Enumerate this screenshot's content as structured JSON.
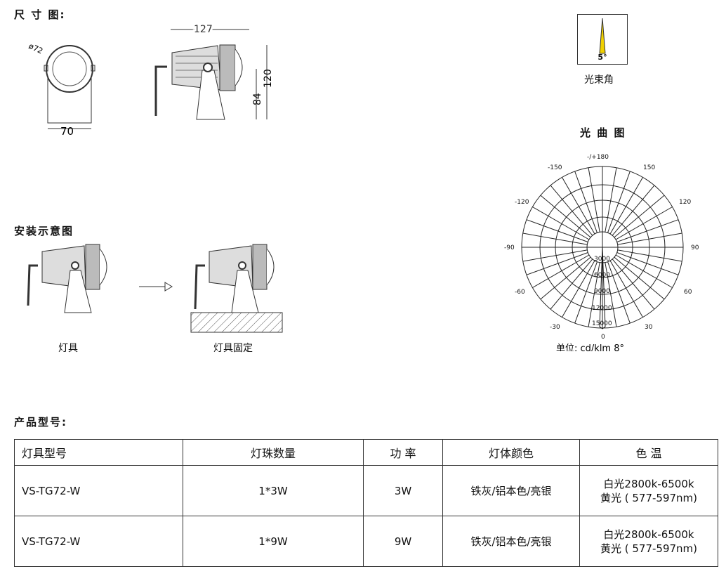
{
  "sections": {
    "dimensions": "尺 寸 图:",
    "installation": "安装示意图",
    "models": "产品型号:",
    "beam_curve": "光 曲 图"
  },
  "dimensions": {
    "diameter": "ø72",
    "width": "70",
    "length": "127",
    "height": "120",
    "pivot_height": "84"
  },
  "beam": {
    "angle": "5°",
    "label": "光束角"
  },
  "install": {
    "left_caption": "灯具",
    "right_caption": "灯具固定"
  },
  "polar": {
    "angle_labels": {
      "top": "-/+180",
      "m150": "-150",
      "p150": "150",
      "m120": "-120",
      "p120": "120",
      "m90": "-90",
      "p90": "90",
      "m60": "-60",
      "p60": "60",
      "m30": "-30",
      "p30": "30",
      "zero": "0"
    },
    "intensity_labels": [
      "3000",
      "6000",
      "9000",
      "12000",
      "15000"
    ],
    "unit": "单位: cd/klm  8°"
  },
  "table": {
    "headers": [
      "灯具型号",
      "灯珠数量",
      "功  率",
      "灯体颜色",
      "色  温"
    ],
    "rows": [
      {
        "model": "VS-TG72-W",
        "leds": "1*3W",
        "power": "3W",
        "color": "铁灰/铝本色/亮银",
        "temp1": "白光2800k-6500k",
        "temp2": "黄光 ( 577-597nm)"
      },
      {
        "model": "VS-TG72-W",
        "leds": "1*9W",
        "power": "9W",
        "color": "铁灰/铝本色/亮银",
        "temp1": "白光2800k-6500k",
        "temp2": "黄光 ( 577-597nm)"
      }
    ]
  }
}
